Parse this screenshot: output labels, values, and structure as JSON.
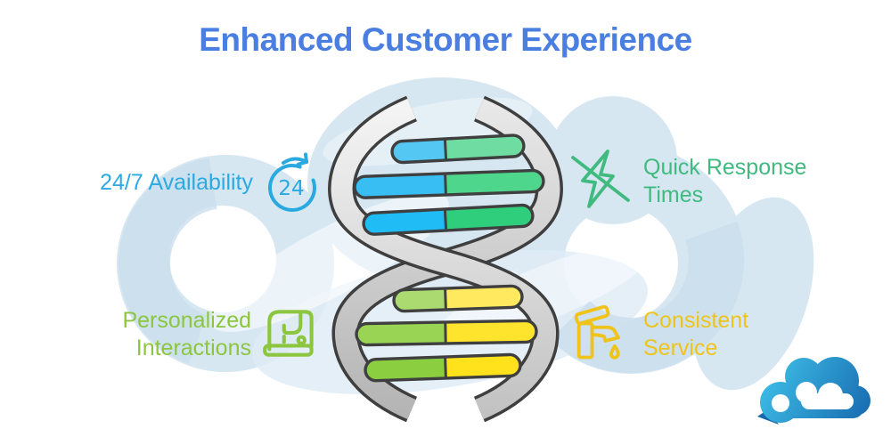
{
  "title": "Enhanced Customer Experience",
  "icons": {
    "badge_24": "24"
  },
  "features": [
    {
      "name": "availability",
      "line1": "24/7 Availability",
      "line2": "",
      "color": "#2BAAE2",
      "icon": "24-hours-icon"
    },
    {
      "name": "quick-response-times",
      "line1": "Quick Response",
      "line2": "Times",
      "color": "#41BA80",
      "icon": "flash-icon"
    },
    {
      "name": "personalized-interactions",
      "line1": "Personalized",
      "line2": "Interactions",
      "color": "#8CC63F",
      "icon": "sewing-machine-icon"
    },
    {
      "name": "consistent-service",
      "line1": "Consistent",
      "line2": "Service",
      "color": "#EFC41A",
      "icon": "faucet-icon"
    }
  ],
  "dna": {
    "rungs": [
      {
        "position": "top-1",
        "left": "#54C7F2",
        "right": "#6FDDA1"
      },
      {
        "position": "top-2",
        "left": "#38BEF2",
        "right": "#4FD68D"
      },
      {
        "position": "top-3",
        "left": "#1FBCF6",
        "right": "#2FCE7C"
      },
      {
        "position": "bottom-1",
        "left": "#ABDB70",
        "right": "#FFE95E"
      },
      {
        "position": "bottom-2",
        "left": "#99D455",
        "right": "#FFE42E"
      },
      {
        "position": "bottom-3",
        "left": "#8BCF40",
        "right": "#FFE11C"
      }
    ],
    "strand_light": "#F2F2F2",
    "strand_dark": "#C9C9C9",
    "outline": "#3F3F3F"
  },
  "colors": {
    "title_blue": "#4A7EE0",
    "watermark": "#D3E5F1",
    "watermark_dark": "#C5DBEC",
    "logo_gradient_start": "#3FC0E8",
    "logo_gradient_end": "#1668AE"
  }
}
